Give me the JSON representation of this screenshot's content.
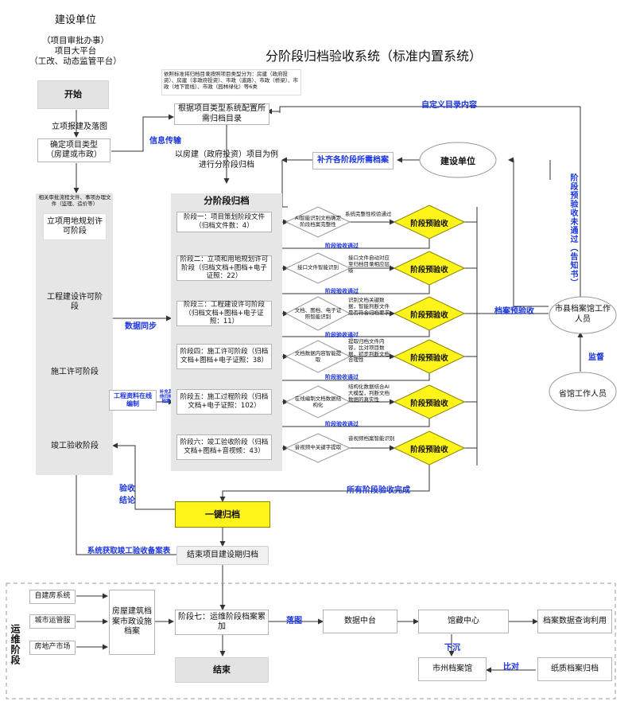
{
  "top_left": {
    "org": "建设单位",
    "platform_line1": "（项目审批办事）",
    "platform_line2": "项目大平台",
    "platform_line3": "（工改、动态监管平台）"
  },
  "title": "分阶段归档验收系统（标准内置系统）",
  "note": "依照标准将归档目录按照项目类型分为：房建（政府投资）、房建（非政府投资）、市政（道路）、市政（桥梁）、市政（地下管线）、市政（园林绿化）等6类",
  "left": {
    "start": "开始",
    "register_label": "立项报建及落图",
    "project_type_line1": "确定项目类型",
    "project_type_line2": "（房建或市政）",
    "panel_header": "相关审批流程文件、事项办理文件（监理、造价等）",
    "stage_land": "立项用地规划许可阶段",
    "stage_engineering": "工程建设许可阶段",
    "stage_construction": "施工许可阶段",
    "stage_completion": "竣工验收阶段"
  },
  "labels": {
    "info_transfer": "信息传输",
    "data_sync": "数据同步",
    "online_compile": "工程资料在线编制",
    "supplement_small": "补充其他归档档案",
    "acceptance_conclusion": "验收结论",
    "system_fetch": "系统获取竣工验收备案表",
    "all_accepted": "所有阶段验收完成",
    "custom_catalog": "自定义目录内容",
    "supplement": "补齐各阶段所需档案",
    "archive_pre_accept": "档案预验收",
    "supervise": "监督",
    "not_passed": "阶段预验收未通过（告知书）",
    "drop_label": "落图",
    "sink": "下沉",
    "compare": "比对"
  },
  "config_box": "根据项目类型系统配置所需归档目录",
  "example_text": "以房建（政府投资）项目为例进行分阶段归档",
  "builder": "建设单位",
  "archive_staff": "市县档案馆工作人员",
  "provincial_staff": "省馆工作人员",
  "stages": {
    "header": "分阶段归档",
    "items": [
      {
        "name": "阶段一：项目策划阶段文件",
        "detail": "（归档文件数：4）",
        "diamond": "AI智能识别文档确定阶段档案完整性",
        "note": "系统完整性校验通过"
      },
      {
        "name": "阶段二：立项和用地规划许可阶段（归档文档+图档+电子证照：22）",
        "detail": "",
        "diamond": "接口文件智能识别",
        "note": "接口文件自动对应至归档目录相应层级"
      },
      {
        "name": "阶段三：工程建设许可阶段（归档文档+图档+电子证照：11）",
        "detail": "",
        "diamond": "文档、图档、电子证照智能识别",
        "note": "识别文档关键数据，智能判断文件是否符合归档要求"
      },
      {
        "name": "阶段四：施工许可阶段（归档文档+图档+电子证照：38）",
        "detail": "",
        "diamond": "文档数据内容智能提取",
        "note": "提取归档文件内容，比对项目数据，初步判断文档合理性"
      },
      {
        "name": "阶段五：施工过程阶段（归档文档+电子证照：102）",
        "detail": "",
        "diamond": "在线编制文档数据结构化",
        "note": "结构化数据结合AI大模型，判断文档数据的真实性"
      },
      {
        "name": "阶段六：竣工验收阶段（归档文档+图档+音视频：43）",
        "detail": "",
        "diamond": "音视频中关键字提取",
        "note": "音视频档案智能识别"
      }
    ],
    "pre_accept": "阶段预验收",
    "passed": "阶段验收通过"
  },
  "one_key": "一键归档",
  "end_archive": "结束项目建设期归档",
  "ops": {
    "side_label": "运维阶段",
    "sys1": "自建房系统",
    "sys2": "城市运管服",
    "sys3": "房地产市场",
    "archive_box": "房屋建筑档案市政设施档案",
    "stage7": "阶段七：运维阶段档案累加",
    "data_center": "数据中台",
    "collection_center": "馆藏中心",
    "query": "档案数据查询利用",
    "city_archive": "市州档案馆",
    "paper": "纸质档案归档",
    "end": "结束"
  },
  "colors": {
    "accent_blue": "#1a35e0",
    "yellow": "#fff41a",
    "gray_panel": "#e6e6e6"
  }
}
